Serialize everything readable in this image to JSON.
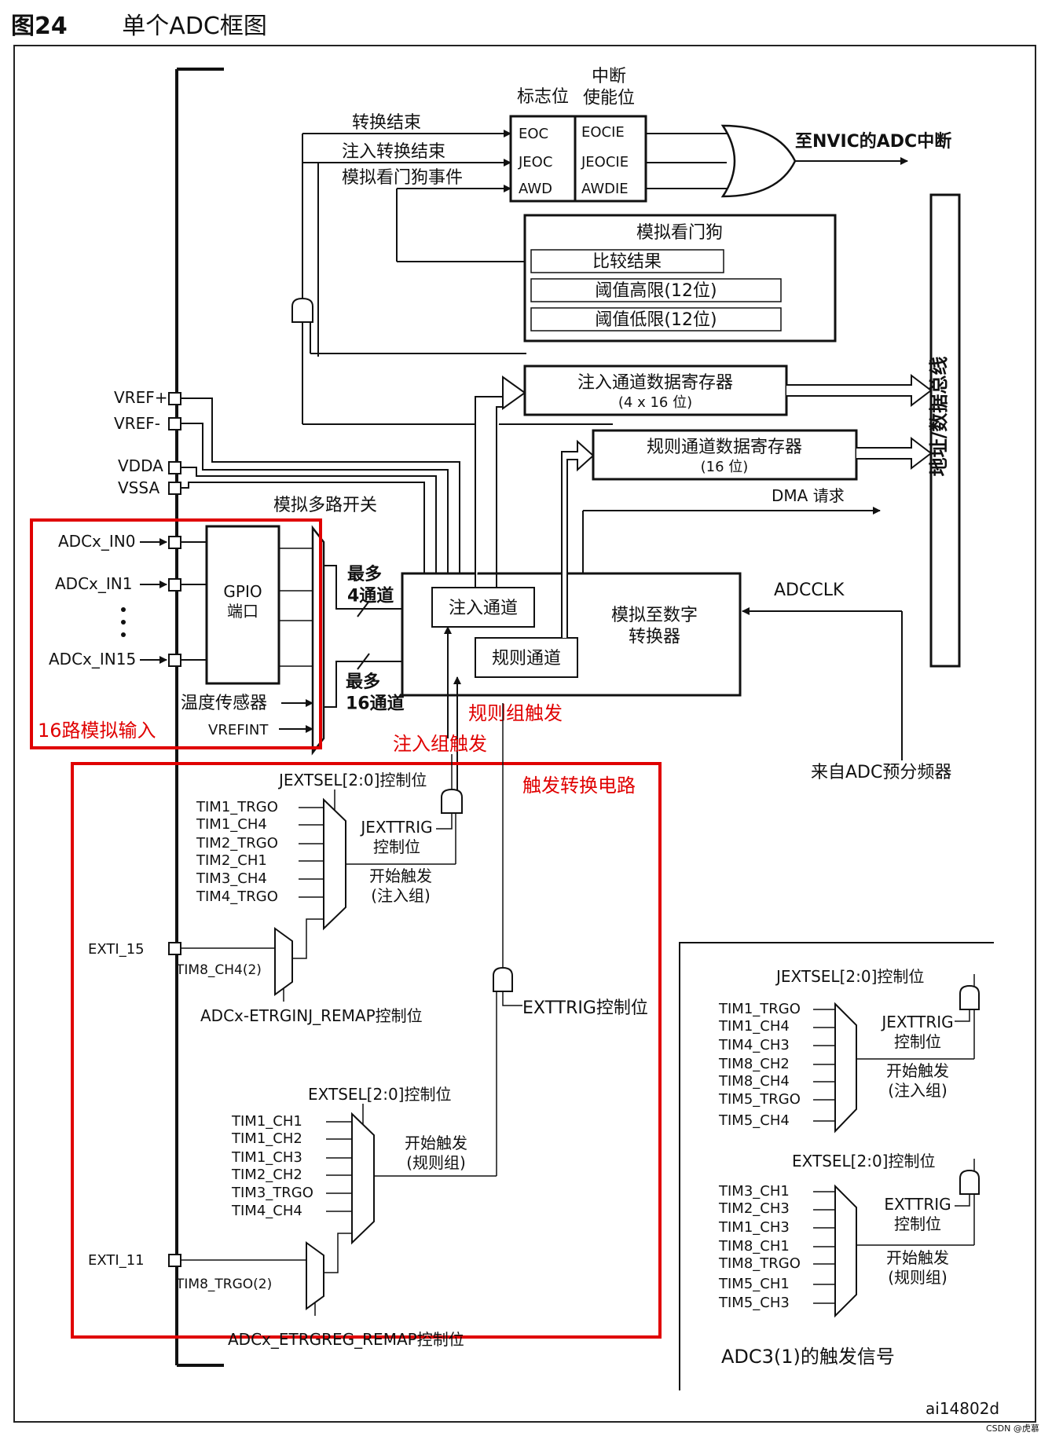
{
  "figure": {
    "number": "图24",
    "title": "单个ADC框图",
    "id": "ai14802d",
    "watermark": "CSDN @虎慕"
  },
  "flags": {
    "title": "标志位",
    "items": [
      "EOC",
      "JEOC",
      "AWD"
    ]
  },
  "int_enable": {
    "title": "中断\n使能位",
    "items": [
      "EOCIE",
      "JEOCIE",
      "AWDIE"
    ]
  },
  "events": [
    "转换结束",
    "注入转换结束",
    "模拟看门狗事件"
  ],
  "nvic": "至NVIC的ADC中断",
  "watchdog": {
    "title": "模拟看门狗",
    "rows": [
      "比较结果",
      "阈值高限(12位)",
      "阈值低限(12位)"
    ]
  },
  "bus": "地址/数据总线",
  "injected_reg": {
    "title": "注入通道数据寄存器",
    "sub": "(4 x 16 位)"
  },
  "regular_reg": {
    "title": "规则通道数据寄存器",
    "sub": "(16 位)"
  },
  "dma": "DMA 请求",
  "pins": {
    "vrefp": "VREF+",
    "vrefm": "VREF-",
    "vdda": "VDDA",
    "vssa": "VSSA"
  },
  "mux_label": "模拟多路开关",
  "inputs": [
    "ADCx_IN0",
    "ADCx_IN1",
    "ADCx_IN15"
  ],
  "gpio": "GPIO\n端口",
  "temp": "温度传感器",
  "vrefint": "VREFINT",
  "max4": "最多\n4通道",
  "max16": "最多\n16通道",
  "adc_core": {
    "inj": "注入通道",
    "reg": "规则通道",
    "conv": "模拟至数字\n转换器"
  },
  "adcclk": "ADCCLK",
  "prescaler": "来自ADC预分频器",
  "red_labels": {
    "analog_in": "16路模拟输入",
    "reg_trig": "规则组触发",
    "inj_trig": "注入组触发",
    "trig_circuit": "触发转换电路"
  },
  "inj_trigger": {
    "sel": "JEXTSEL[2:0]控制位",
    "sources": [
      "TIM1_TRGO",
      "TIM1_CH4",
      "TIM2_TRGO",
      "TIM2_CH1",
      "TIM3_CH4",
      "TIM4_TRGO"
    ],
    "exti": "EXTI_15",
    "tim8": "TIM8_CH4(2)",
    "remap": "ADCx-ETRGINJ_REMAP控制位",
    "ctrl": "JEXTTRIG\n控制位",
    "start": "开始触发\n(注入组)"
  },
  "reg_trigger": {
    "sel": "EXTSEL[2:0]控制位",
    "sources": [
      "TIM1_CH1",
      "TIM1_CH2",
      "TIM1_CH3",
      "TIM2_CH2",
      "TIM3_TRGO",
      "TIM4_CH4"
    ],
    "exti": "EXTI_11",
    "tim8": "TIM8_TRGO(2)",
    "remap": "ADCx_ETRGREG_REMAP控制位",
    "ctrl": "EXTTRIG控制位",
    "start": "开始触发\n(规则组)"
  },
  "adc3": {
    "inj_sel": "JEXTSEL[2:0]控制位",
    "inj_sources": [
      "TIM1_TRGO",
      "TIM1_CH4",
      "TIM4_CH3",
      "TIM8_CH2",
      "TIM8_CH4",
      "TIM5_TRGO",
      "TIM5_CH4"
    ],
    "inj_ctrl": "JEXTTRIG\n控制位",
    "inj_start": "开始触发\n(注入组)",
    "reg_sel": "EXTSEL[2:0]控制位",
    "reg_sources": [
      "TIM3_CH1",
      "TIM2_CH3",
      "TIM1_CH3",
      "TIM8_CH1",
      "TIM8_TRGO",
      "TIM5_CH1",
      "TIM5_CH3"
    ],
    "reg_ctrl": "EXTTRIG\n控制位",
    "reg_start": "开始触发\n(规则组)",
    "caption": "ADC3(1)的触发信号"
  }
}
